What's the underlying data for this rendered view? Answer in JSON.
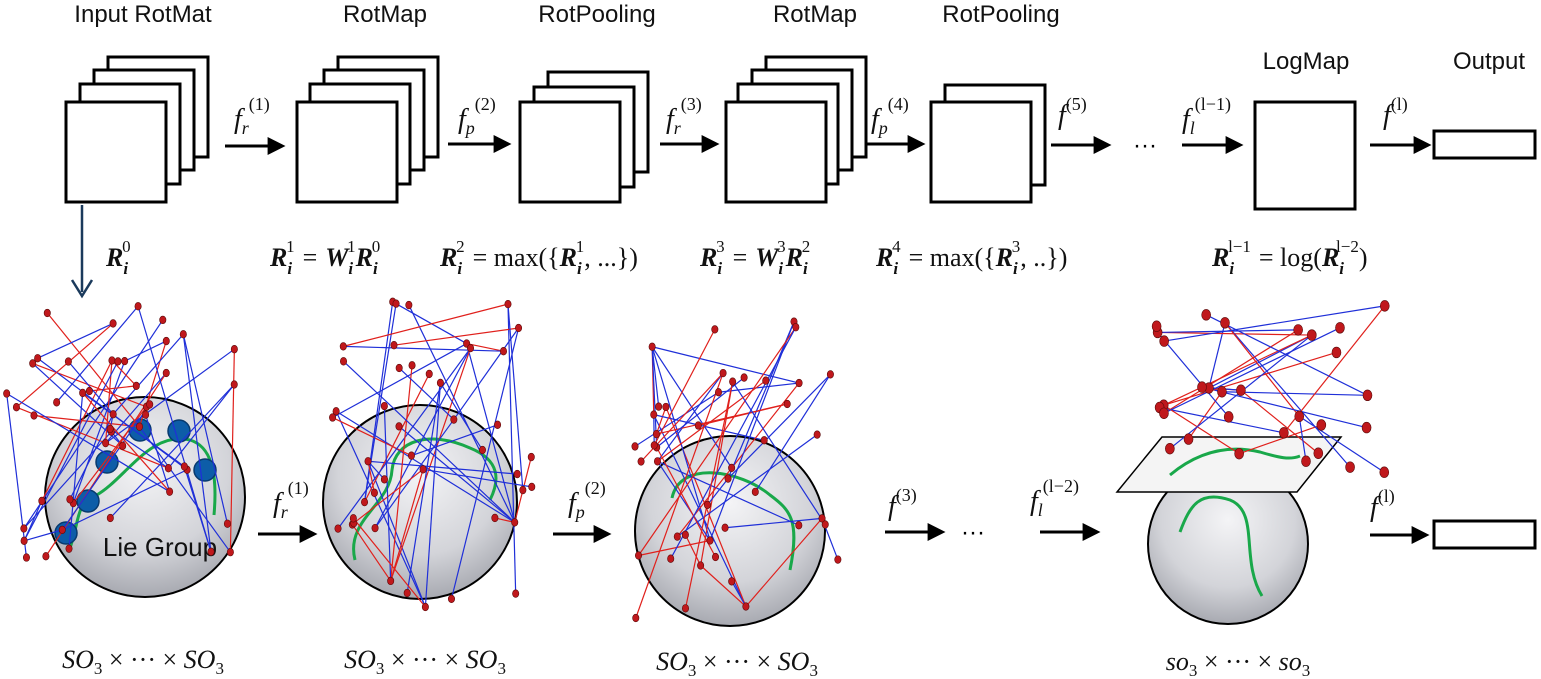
{
  "top_row": {
    "stages": [
      {
        "title": "Input RotMat"
      },
      {
        "title": "RotMap"
      },
      {
        "title": "RotPooling"
      },
      {
        "title": "RotMap"
      },
      {
        "title": "RotPooling"
      },
      {
        "title": "LogMap"
      },
      {
        "title": "Output"
      }
    ],
    "arrows": [
      {
        "f": "f",
        "sub": "r",
        "sup": "(1)"
      },
      {
        "f": "f",
        "sub": "p",
        "sup": "(2)"
      },
      {
        "f": "f",
        "sub": "r",
        "sup": "(3)"
      },
      {
        "f": "f",
        "sub": "p",
        "sup": "(4)"
      },
      {
        "f": "f",
        "sub": "",
        "sup": "(5)"
      },
      {
        "f": "f",
        "sub": "l",
        "sup": "(l−1)"
      },
      {
        "f": "f",
        "sub": "",
        "sup": "(l)"
      }
    ],
    "ellipsis": "···",
    "equations": {
      "r0": {
        "R": "R",
        "sub": "i",
        "sup": "0"
      },
      "r1": {
        "lhs": "R",
        "lhs_sub": "i",
        "lhs_sup": "1",
        "eq": "=",
        "w": "W",
        "w_sub": "i",
        "w_sup": "1",
        "r": "R",
        "r_sub": "i",
        "r_sup": "0"
      },
      "r2": {
        "lhs": "R",
        "lhs_sub": "i",
        "lhs_sup": "2",
        "eq": "= max({",
        "arg": "R",
        "arg_sub": "i",
        "arg_sup": "1",
        "tail": ", ...})"
      },
      "r3": {
        "lhs": "R",
        "lhs_sub": "i",
        "lhs_sup": "3",
        "eq": "=",
        "w": "W",
        "w_sub": "i",
        "w_sup": "3",
        "r": "R",
        "r_sub": "i",
        "r_sup": "2"
      },
      "r4": {
        "lhs": "R",
        "lhs_sub": "i",
        "lhs_sup": "4",
        "eq": "= max({",
        "arg": "R",
        "arg_sub": "i",
        "arg_sup": "3",
        "tail": ", ..})"
      },
      "rl": {
        "lhs": "R",
        "lhs_sub": "i",
        "lhs_sup": "l−1",
        "eq": "= log(",
        "arg": "R",
        "arg_sub": "i",
        "arg_sup": "l−2",
        "tail": ")"
      }
    }
  },
  "bottom_row": {
    "sphere_label": "Lie Group",
    "arrows": [
      {
        "f": "f",
        "sub": "r",
        "sup": "(1)"
      },
      {
        "f": "f",
        "sub": "p",
        "sup": "(2)"
      },
      {
        "f": "f",
        "sub": "",
        "sup": "(3)"
      },
      {
        "f": "f",
        "sub": "l",
        "sup": "(l−2)"
      },
      {
        "f": "f",
        "sub": "",
        "sup": "(l)"
      }
    ],
    "ellipsis": "···",
    "manifolds": [
      {
        "a": "SO",
        "b": "3",
        "mid": " × ··· × "
      },
      {
        "a": "SO",
        "b": "3",
        "mid": " × ··· × "
      },
      {
        "a": "SO",
        "b": "3",
        "mid": " × ··· × "
      },
      {
        "a": "so",
        "b": "3",
        "mid": " × ··· × "
      }
    ]
  },
  "colors": {
    "joint": "#c0181c",
    "bone_blue": "#1f2fd8",
    "bone_red": "#e0201c",
    "curve": "#19a84a",
    "big_joint": "#0d5da8",
    "arrow_down": "#1b3a5c"
  }
}
